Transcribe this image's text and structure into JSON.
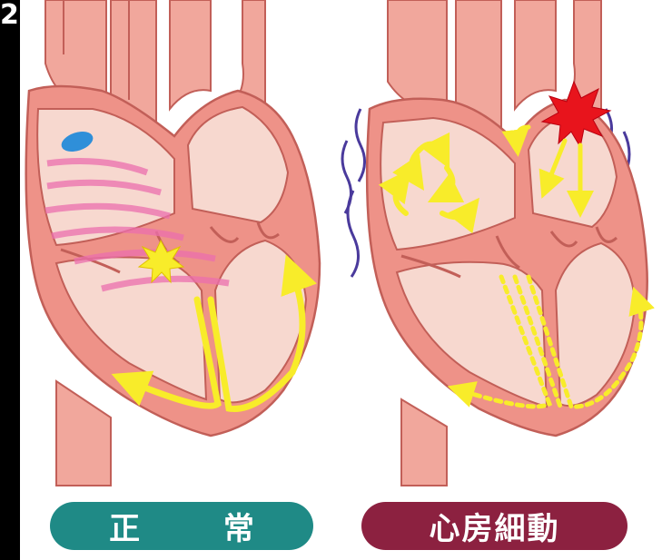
{
  "figure_number": "2",
  "labels": {
    "normal": "正 常",
    "afib": "心房細動"
  },
  "colors": {
    "heart_wall": "#ee9288",
    "heart_outline": "#c25f58",
    "chamber": "#f7d8cf",
    "vessel": "#f1a79c",
    "arrow_yellow": "#f8ec2a",
    "sinus_node_blue": "#2f8fd9",
    "impulse_pink": "#ec6fae",
    "ectopic_red": "#e8141c",
    "fibrillation_lines": "#4a3a9c",
    "label_normal_bg": "#1f8a86",
    "label_afib_bg": "#8c2140"
  },
  "icons": [
    "sinus-node-spot",
    "av-node-star",
    "ectopic-burst",
    "vibration-lines"
  ]
}
